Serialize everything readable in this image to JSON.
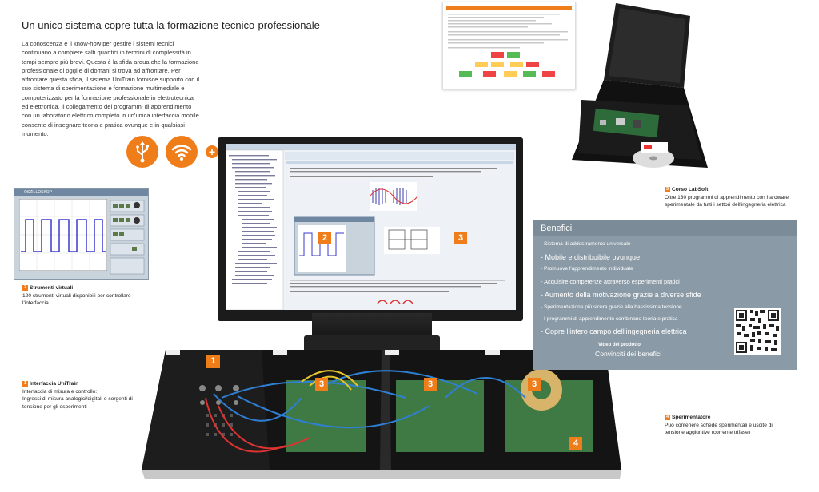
{
  "heading": "Un unico sistema copre tutta la formazione tecnico-professionale",
  "intro": "La conoscenza e il know-how per gestire i sistemi tecnici continuano a compiere salti quantici in termini di complessità in tempi sempre più brevi. Questa è la sfida ardua che la formazione professionale di oggi e di domani si trova ad affrontare. Per affrontare questa sfida, il sistema UniTrain fornisce supporto con il suo sistema di sperimentazione e formazione multimediale e computerizzato per la formazione professionale in elettrotecnica ed elettronica. Il collegamento dei programmi di apprendimento con un laboratorio elettrico completo in un'unica interfaccia mobile consente di insegnare teoria e pratica ovunque e in qualsiasi momento.",
  "icons": [
    "usb-icon",
    "wifi-icon",
    "plus-icon"
  ],
  "plus_symbol": "+",
  "callouts": {
    "c1": {
      "num": "1",
      "title": "Interfaccia UniTrain",
      "line1": "Interfaccia di misura e controllo:",
      "line2": "Ingressi di misura analogici/digitali e sorgenti di",
      "line3": "tensione per gli esperimenti"
    },
    "c2": {
      "num": "2",
      "title": "Strumenti virtuali",
      "line1": "120 strumenti virtuali disponibili per controllare",
      "line2": "l'interfaccia"
    },
    "c3": {
      "num": "3",
      "title": "Corso LabSoft",
      "line1": "Oltre 130 programmi di apprendimento con hardware",
      "line2": "sperimentale da tutti i settori dell'ingegneria elettrica"
    },
    "c4": {
      "num": "4",
      "title": "Sperimentatore",
      "line1": "Può contenere schede sperimentali e uscite di",
      "line2": "tensione aggiuntive (corrente trifase)"
    }
  },
  "benefits": {
    "title": "Benefici",
    "items": [
      "- Sistema di addestramento universale",
      "- Mobile e distribuibile ovunque",
      "- Promuove l'apprendimento individuale",
      "- Acquisire competenze attraverso esperimenti pratici",
      "- Aumento della motivazione grazie a diverse sfide",
      "- Sperimentazione più sicura grazie alla bassissima tensione",
      "- I programmi di apprendimento combinano teoria e pratica",
      "- Copre l'intero campo dell'ingegneria elettrica"
    ],
    "video_label": "Video del prodotto",
    "video_title": "Convinciti dei benefici"
  },
  "marker_numbers": {
    "one": "1",
    "two": "2",
    "three": "3",
    "four": "4"
  },
  "screen": {
    "window_title": "PWM-Modulation",
    "osc_title": "OSZILLOSKOP"
  },
  "colors": {
    "accent": "#ef7d1a",
    "benefits_bg": "#8a9aa6"
  }
}
